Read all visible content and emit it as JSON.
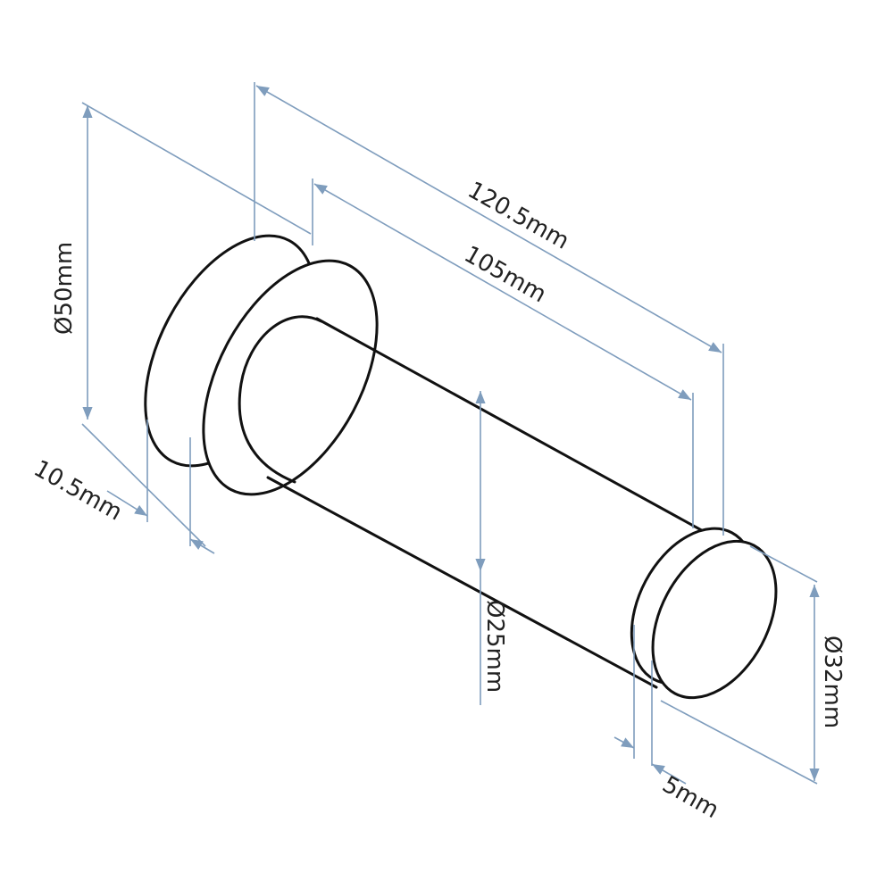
{
  "diagram": {
    "colors": {
      "outline": "#111111",
      "dimension": "#7f9dbd",
      "text": "#222222",
      "background": "#ffffff"
    },
    "dimensions": {
      "overall_length": "120.5mm",
      "bar_length": "105mm",
      "base_diameter": "Ø50mm",
      "base_thickness": "10.5mm",
      "bar_diameter": "Ø25mm",
      "end_cap_diameter": "Ø32mm",
      "end_cap_thickness": "5mm"
    }
  }
}
